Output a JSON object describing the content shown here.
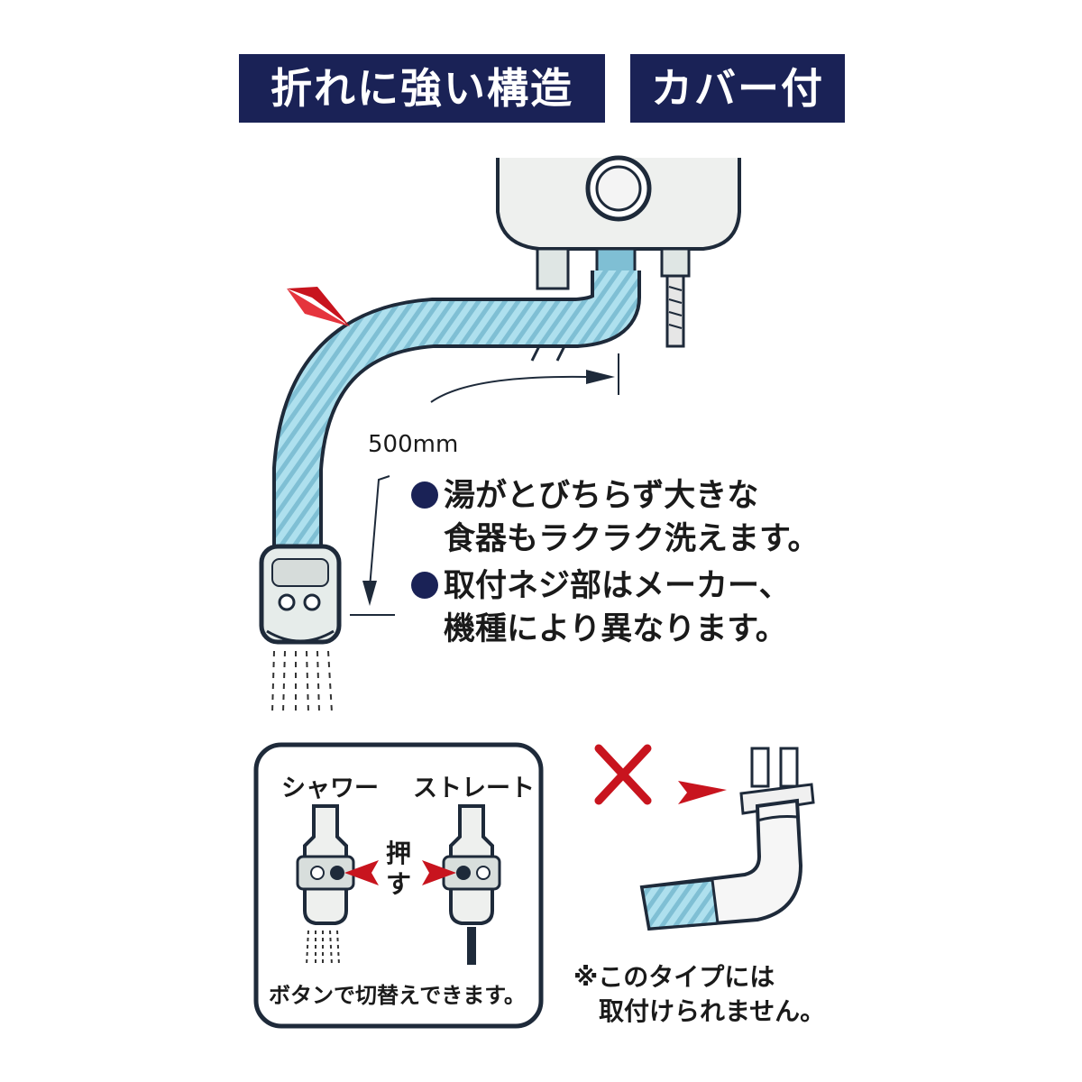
{
  "badges": {
    "strong_structure": "折れに強い構造",
    "with_cover": "カバー付"
  },
  "measurement": {
    "length_label": "500mm"
  },
  "bullets": {
    "item1_line1": "湯がとびちらず大きな",
    "item1_line2": "食器もラクラク洗えます。",
    "item2_line1": "取付ネジ部はメーカー、",
    "item2_line2": "機種により異なります。"
  },
  "modes": {
    "shower_label": "シャワー",
    "straight_label": "ストレート",
    "push_label": "押す",
    "caption": "ボタンで切替えできます。"
  },
  "warning": {
    "note_line1": "※このタイプには",
    "note_line2": "取付けられません。"
  },
  "colors": {
    "navy": "#1a2256",
    "hose_blue": "#aee0ee",
    "arrow_red": "#c8141e",
    "outline": "#1e2a3a"
  }
}
